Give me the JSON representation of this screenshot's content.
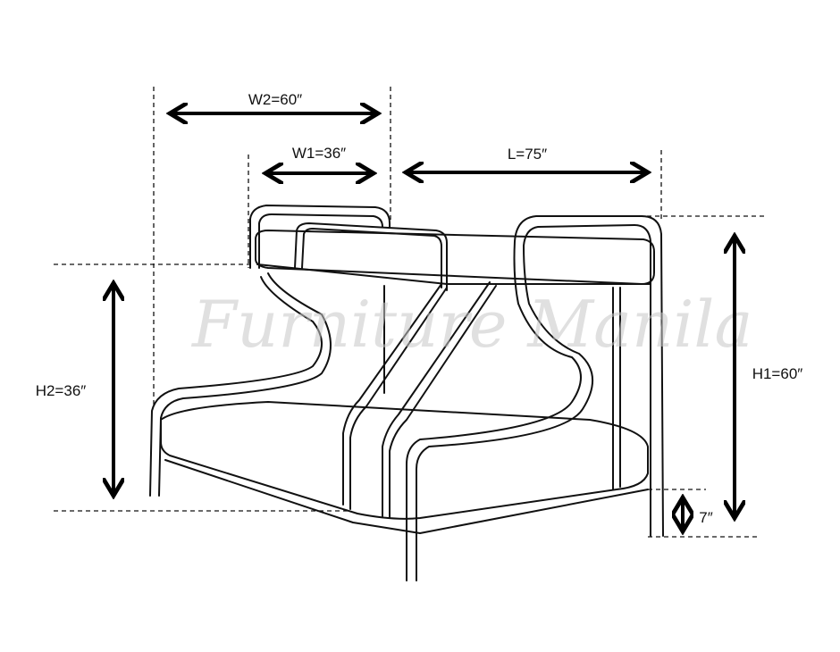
{
  "watermark": "Furniture Manila",
  "dimensions": {
    "w2": "W2=60″",
    "w1": "W1=36″",
    "l": "L=75″",
    "h2": "H2=36″",
    "h1": "H1=60″",
    "clearance": "7″"
  }
}
